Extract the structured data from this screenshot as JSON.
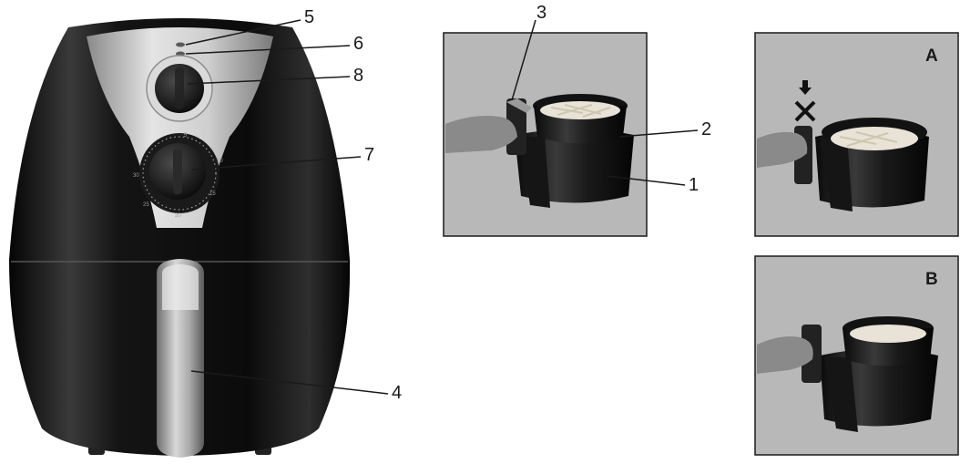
{
  "figure": {
    "callouts": {
      "c1": "1",
      "c2": "2",
      "c3": "3",
      "c4": "4",
      "c5": "5",
      "c6": "6",
      "c7": "7",
      "c8": "8"
    },
    "panel_labels": {
      "a": "A",
      "b": "B"
    },
    "timer_dial_ticks": [
      "5",
      "30",
      "25",
      "20",
      "15",
      "10"
    ],
    "colors": {
      "panel_bg": "#b8b8b8",
      "appliance_body": "#111111",
      "silver_trim": "#c9c9c9",
      "line": "#1a1a1a"
    }
  }
}
